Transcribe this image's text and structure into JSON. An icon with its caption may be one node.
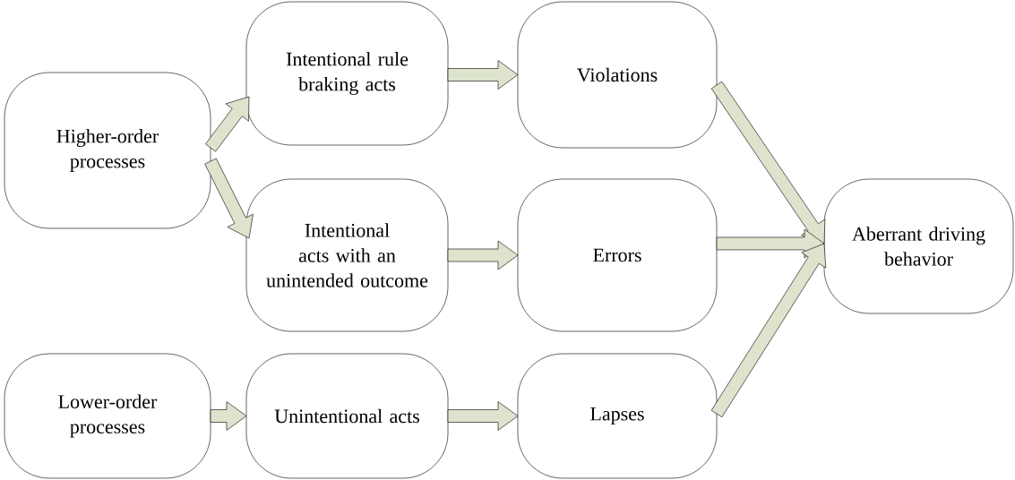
{
  "diagram": {
    "nodes": [
      {
        "text": [
          "Higher-order processes"
        ]
      },
      {
        "text": [
          "Intentional rule braking acts"
        ]
      },
      {
        "text": [
          "Intentional acts with an unintended outcome"
        ]
      },
      {
        "text": [
          "Lower-order processes"
        ]
      },
      {
        "text": [
          "Unintentional acts"
        ]
      },
      {
        "text": [
          "Violations"
        ]
      },
      {
        "text": [
          "Errors"
        ]
      },
      {
        "text": [
          "Lapses"
        ]
      },
      {
        "text": [
          "Aberrant driving behavior"
        ]
      }
    ],
    "edges": [
      {
        "from": 0,
        "to": 1,
        "arrow": "to"
      },
      {
        "from": 0,
        "to": 2,
        "arrow": "to"
      },
      {
        "from": 1,
        "to": 5,
        "arrow": "to"
      },
      {
        "from": 2,
        "to": 6,
        "arrow": "to"
      },
      {
        "from": 3,
        "to": 4,
        "arrow": "to"
      },
      {
        "from": 4,
        "to": 7,
        "arrow": "to"
      },
      {
        "from": 5,
        "to": 8,
        "arrow": "to"
      },
      {
        "from": 6,
        "to": 8,
        "arrow": "to"
      },
      {
        "from": 7,
        "to": 8,
        "arrow": "to"
      }
    ]
  }
}
